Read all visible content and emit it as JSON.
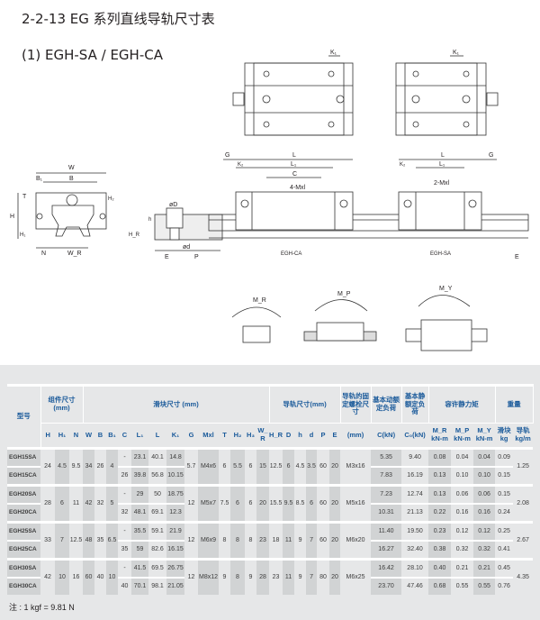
{
  "title": "2-2-13 EG 系列直线导轨尺寸表",
  "subtitle": "(1) EGH-SA / EGH-CA",
  "diagram": {
    "labels": {
      "W": "W",
      "B": "B",
      "B1": "B₁",
      "T": "T",
      "H": "H",
      "H1": "H₁",
      "H2": "H₂",
      "N": "N",
      "WR": "W_R",
      "HR": "H_R",
      "D": "øD",
      "h": "h",
      "d": "ød",
      "E": "E",
      "P": "P",
      "G": "G",
      "L": "L",
      "L1": "L₁",
      "K1": "K₁",
      "K2": "K₂",
      "C": "C",
      "mxl4": "4-Mxl",
      "mxl2": "2-Mxl",
      "ca": "EGH-CA",
      "sa": "EGH-SA",
      "MR": "M_R",
      "MP": "M_P",
      "MY": "M_Y"
    }
  },
  "table": {
    "group_headers": {
      "model": "型号",
      "assembly": "组件尺寸 (mm)",
      "block": "滑块尺寸 (mm)",
      "rail": "导轨尺寸(mm)",
      "bolt": "导轨的固定螺栓尺寸",
      "dyn": "基本动额定负荷",
      "stat": "基本静额定负荷",
      "moment": "容许静力矩",
      "weight": "重量"
    },
    "sub_headers": [
      "H",
      "H₁",
      "N",
      "W",
      "B",
      "B₁",
      "C",
      "L₁",
      "L",
      "K₁",
      "G",
      "Mxl",
      "T",
      "H₂",
      "H₃",
      "W_R",
      "H_R",
      "D",
      "h",
      "d",
      "P",
      "E",
      "(mm)",
      "C(kN)",
      "C₀(kN)",
      "M_R kN-m",
      "M_P kN-m",
      "M_Y kN-m",
      "滑块 kg",
      "导轨 kg/m"
    ],
    "groups": [
      {
        "H": "24",
        "H1": "4.5",
        "N": "9.5",
        "W": "34",
        "B": "26",
        "B1": "4",
        "G": "5.7",
        "Mxl": "M4x6",
        "T": "6",
        "H2": "5.5",
        "H3": "6",
        "WR": "15",
        "HR": "12.5",
        "D": "6",
        "h": "4.5",
        "d": "3.5",
        "P": "60",
        "E": "20",
        "bolt": "M3x16",
        "rail_kg": "1.25",
        "rows": [
          {
            "model": "EGH15SA",
            "C": "-",
            "L1": "23.1",
            "L": "40.1",
            "K1": "14.8",
            "Ck": "5.35",
            "C0": "9.40",
            "MR": "0.08",
            "MP": "0.04",
            "MY": "0.04",
            "kg": "0.09"
          },
          {
            "model": "EGH15CA",
            "C": "26",
            "L1": "39.8",
            "L": "56.8",
            "K1": "10.15",
            "Ck": "7.83",
            "C0": "16.19",
            "MR": "0.13",
            "MP": "0.10",
            "MY": "0.10",
            "kg": "0.15"
          }
        ]
      },
      {
        "H": "28",
        "H1": "6",
        "N": "11",
        "W": "42",
        "B": "32",
        "B1": "5",
        "G": "12",
        "Mxl": "M5x7",
        "T": "7.5",
        "H2": "6",
        "H3": "6",
        "WR": "20",
        "HR": "15.5",
        "D": "9.5",
        "h": "8.5",
        "d": "6",
        "P": "60",
        "E": "20",
        "bolt": "M5x16",
        "rail_kg": "2.08",
        "rows": [
          {
            "model": "EGH20SA",
            "C": "-",
            "L1": "29",
            "L": "50",
            "K1": "18.75",
            "Ck": "7.23",
            "C0": "12.74",
            "MR": "0.13",
            "MP": "0.06",
            "MY": "0.06",
            "kg": "0.15"
          },
          {
            "model": "EGH20CA",
            "C": "32",
            "L1": "48.1",
            "L": "69.1",
            "K1": "12.3",
            "Ck": "10.31",
            "C0": "21.13",
            "MR": "0.22",
            "MP": "0.16",
            "MY": "0.16",
            "kg": "0.24"
          }
        ]
      },
      {
        "H": "33",
        "H1": "7",
        "N": "12.5",
        "W": "48",
        "B": "35",
        "B1": "6.5",
        "G": "12",
        "Mxl": "M6x9",
        "T": "8",
        "H2": "8",
        "H3": "8",
        "WR": "23",
        "HR": "18",
        "D": "11",
        "h": "9",
        "d": "7",
        "P": "60",
        "E": "20",
        "bolt": "M6x20",
        "rail_kg": "2.67",
        "rows": [
          {
            "model": "EGH25SA",
            "C": "-",
            "L1": "35.5",
            "L": "59.1",
            "K1": "21.9",
            "Ck": "11.40",
            "C0": "19.50",
            "MR": "0.23",
            "MP": "0.12",
            "MY": "0.12",
            "kg": "0.25"
          },
          {
            "model": "EGH25CA",
            "C": "35",
            "L1": "59",
            "L": "82.6",
            "K1": "16.15",
            "Ck": "16.27",
            "C0": "32.40",
            "MR": "0.38",
            "MP": "0.32",
            "MY": "0.32",
            "kg": "0.41"
          }
        ]
      },
      {
        "H": "42",
        "H1": "10",
        "N": "16",
        "W": "60",
        "B": "40",
        "B1": "10",
        "G": "12",
        "Mxl": "M8x12",
        "T": "9",
        "H2": "8",
        "H3": "9",
        "WR": "28",
        "HR": "23",
        "D": "11",
        "h": "9",
        "d": "7",
        "P": "80",
        "E": "20",
        "bolt": "M6x25",
        "rail_kg": "4.35",
        "rows": [
          {
            "model": "EGH30SA",
            "C": "-",
            "L1": "41.5",
            "L": "69.5",
            "K1": "26.75",
            "Ck": "16.42",
            "C0": "28.10",
            "MR": "0.40",
            "MP": "0.21",
            "MY": "0.21",
            "kg": "0.45"
          },
          {
            "model": "EGH30CA",
            "C": "40",
            "L1": "70.1",
            "L": "98.1",
            "K1": "21.05",
            "Ck": "23.70",
            "C0": "47.46",
            "MR": "0.68",
            "MP": "0.55",
            "MY": "0.55",
            "kg": "0.76"
          }
        ]
      }
    ]
  },
  "note": "注 : 1 kgf = 9.81 N"
}
